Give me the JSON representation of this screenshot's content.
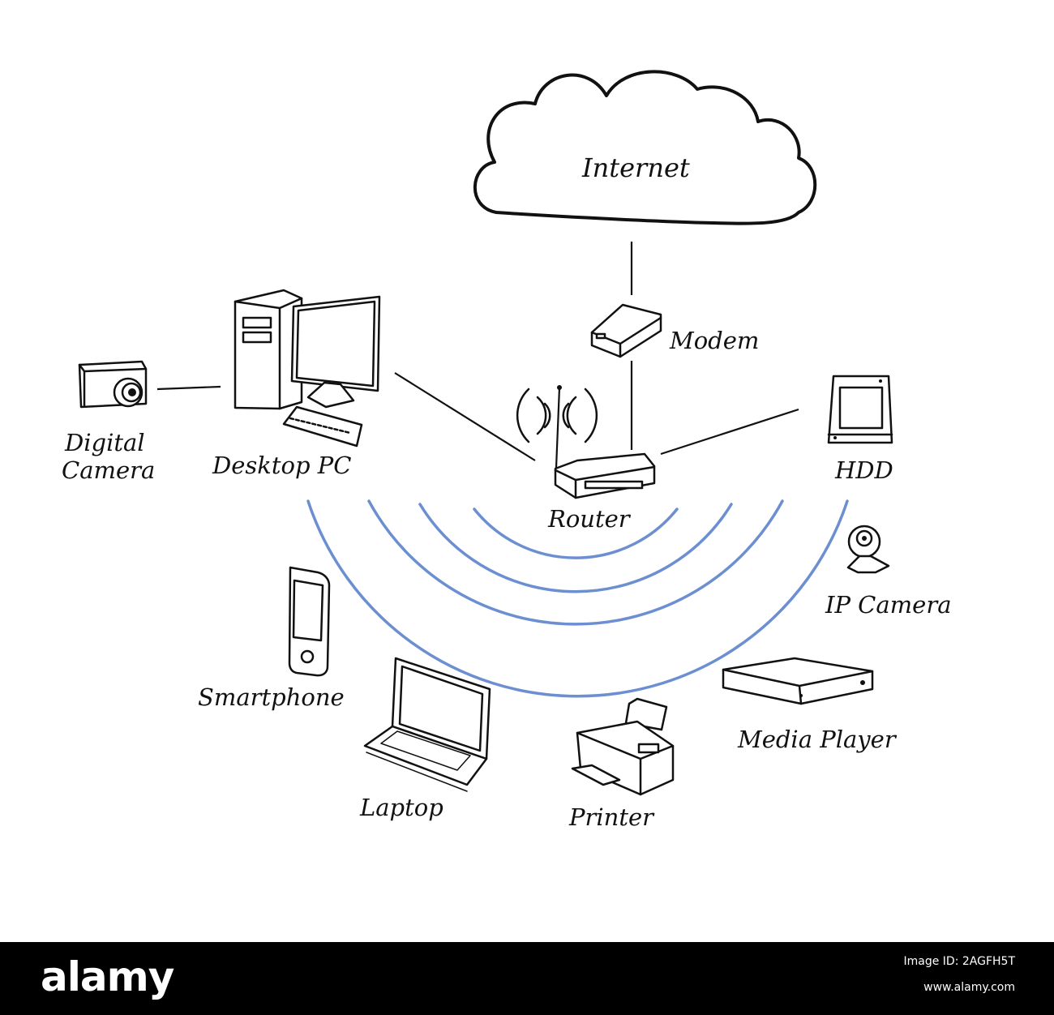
{
  "diagram": {
    "nodes": {
      "internet": "Internet",
      "modem": "Modem",
      "router": "Router",
      "desktop_pc": "Desktop PC",
      "digital_camera_line1": "Digital",
      "digital_camera_line2": "Camera",
      "hdd": "HDD",
      "ip_camera": "IP Camera",
      "smartphone": "Smartphone",
      "laptop": "Laptop",
      "printer": "Printer",
      "media_player": "Media Player"
    },
    "connections": [
      [
        "Internet",
        "Modem"
      ],
      [
        "Modem",
        "Router"
      ],
      [
        "Desktop PC",
        "Router"
      ],
      [
        "Digital Camera",
        "Desktop PC"
      ],
      [
        "HDD",
        "Router"
      ]
    ],
    "wifi_color": "#6b8fd0",
    "ink_color": "#111111"
  },
  "footer": {
    "brand": "alamy",
    "image_id": "Image ID: 2AGFH5T",
    "site": "www.alamy.com"
  }
}
